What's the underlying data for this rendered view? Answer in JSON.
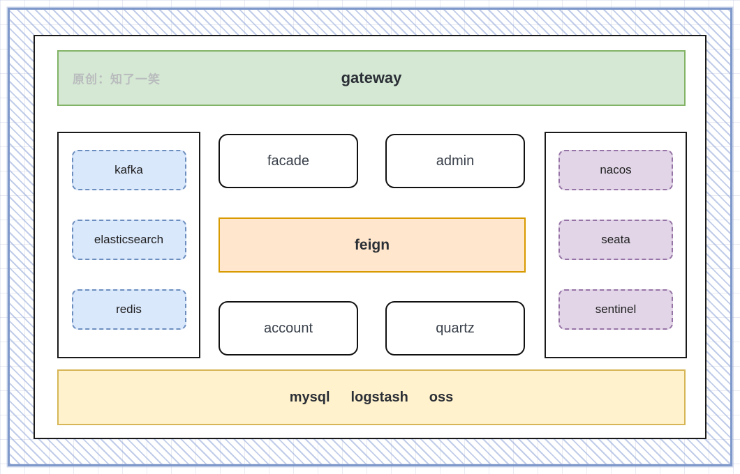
{
  "watermark": "原创：知了一笑",
  "gateway": {
    "label": "gateway"
  },
  "middleware_panel": {
    "items": [
      "kafka",
      "elasticsearch",
      "redis"
    ]
  },
  "services": {
    "top_row": [
      "facade",
      "admin"
    ],
    "feign_label": "feign",
    "bottom_row": [
      "account",
      "quartz"
    ]
  },
  "registry_panel": {
    "items": [
      "nacos",
      "seata",
      "sentinel"
    ]
  },
  "storage_bar": {
    "items": [
      "mysql",
      "logstash",
      "oss"
    ]
  },
  "colors": {
    "green_fill": "#d5e8d4",
    "green_border": "#82b366",
    "orange_fill": "#ffe6cc",
    "orange_border": "#d79b00",
    "yellow_fill": "#fff2cc",
    "yellow_border": "#d6b656",
    "blue_fill": "#dae8fc",
    "blue_border": "#6c8ebf",
    "purple_fill": "#e1d5e7",
    "purple_border": "#9673a6",
    "frame_blue": "#8099cb",
    "watermark_gray": "#b9bcbd",
    "text_dark": "#2b2f36"
  }
}
